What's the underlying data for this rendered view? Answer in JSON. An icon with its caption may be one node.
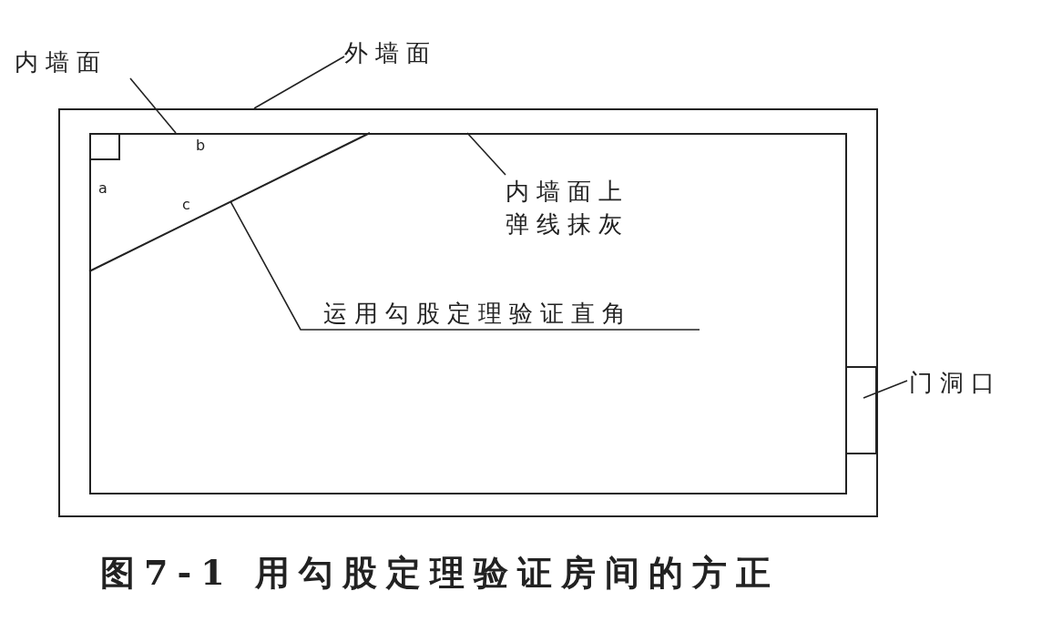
{
  "diagram": {
    "caption": "图7-1 用勾股定理验证房间的方正",
    "nodes": [
      {
        "text": [],
        "shape": "box"
      },
      {
        "text": [],
        "shape": "box",
        "in": 0
      },
      {
        "text": [],
        "shape": "box",
        "in": 0
      },
      {
        "text": [],
        "shape": "line",
        "in": 1
      },
      {
        "text": [
          "内墙面"
        ]
      },
      {
        "text": [
          "外墙面"
        ]
      },
      {
        "text": [
          "内墙面上弹线抹灰"
        ],
        "in": 1
      },
      {
        "text": [
          "运用勾股定理验证直角"
        ],
        "in": 1
      },
      {
        "text": [
          "门洞口"
        ]
      }
    ],
    "edges": [
      {
        "from": 4,
        "to": 1,
        "arrow": "none"
      },
      {
        "from": 5,
        "to": 0,
        "arrow": "none"
      },
      {
        "from": 6,
        "to": 1,
        "arrow": "none"
      },
      {
        "from": 7,
        "to": 3,
        "arrow": "none"
      },
      {
        "from": 8,
        "to": 2,
        "arrow": "none"
      }
    ],
    "labels": [
      "b",
      "a",
      "c"
    ]
  }
}
